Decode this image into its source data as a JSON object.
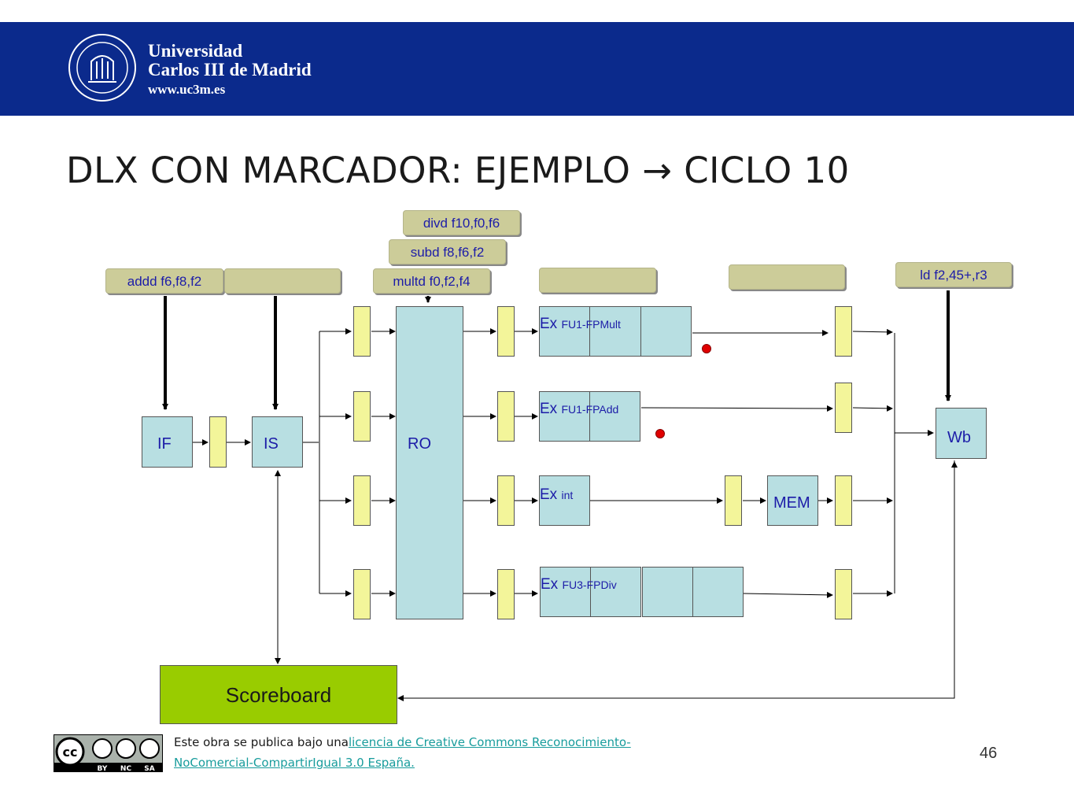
{
  "header": {
    "university_line1": "Universidad",
    "university_line2": "Carlos III de Madrid",
    "website": "www.uc3m.es",
    "background_color": "#0b2a8c"
  },
  "title": "DLX CON MARCADOR: EJEMPLO → CICLO 10",
  "instructions": {
    "at_if": "addd f6,f8,f2",
    "at_ro_1": "multd f0,f2,f4",
    "at_ro_2": "subd  f8,f6,f2",
    "at_ro_3": "divd  f10,f0,f6",
    "at_wb": "ld  f2,45+,r3"
  },
  "stages": {
    "if": "IF",
    "is": "IS",
    "ro": "RO",
    "wb": "Wb",
    "mem": "MEM",
    "scoreboard": "Scoreboard"
  },
  "units": {
    "fpmult": {
      "ex": "Ex",
      "name": "FU1-FPMult"
    },
    "fpadd": {
      "ex": "Ex",
      "name": "FU1-FPAdd"
    },
    "int": {
      "ex": "Ex",
      "name": "int"
    },
    "fpdiv": {
      "ex": "Ex",
      "name": "FU3-FPDiv"
    }
  },
  "footer": {
    "license_prefix": "Este obra se publica bajo una",
    "license_link_line1": "licencia de Creative Commons Reconocimiento-",
    "license_link_line2": "NoComercial-CompartirIgual  3.0 España.",
    "page_number": "46",
    "cc_badges": [
      "BY",
      "NC",
      "SA"
    ]
  },
  "colors": {
    "instruction_bg": "#cccc99",
    "unit_bg": "#b8dfe2",
    "latch_bg": "#f3f59a",
    "scoreboard_bg": "#99cc00",
    "stall_dot": "#e00000"
  }
}
